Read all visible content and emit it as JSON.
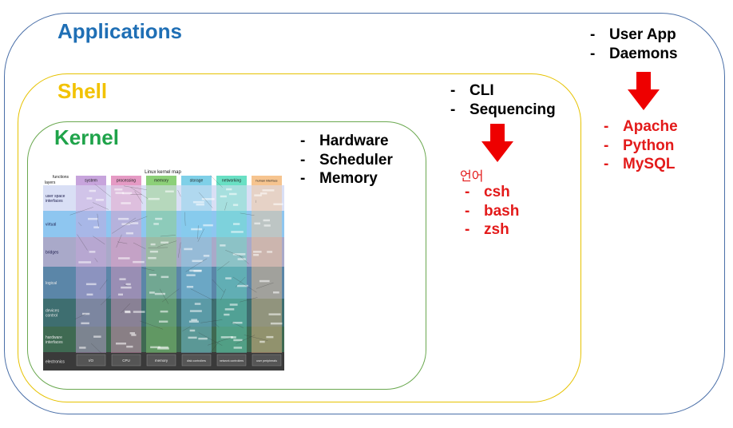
{
  "applications": {
    "title": "Applications",
    "items": [
      "User App",
      "Daemons"
    ],
    "examples": [
      "Apache",
      "Python",
      "MySQL"
    ]
  },
  "shell": {
    "title": "Shell",
    "items": [
      "CLI",
      "Sequencing"
    ],
    "lang_label": "언어",
    "examples": [
      "csh",
      "bash",
      "zsh"
    ]
  },
  "kernel": {
    "title": "Kernel",
    "items": [
      "Hardware",
      "Scheduler",
      "Memory"
    ]
  },
  "kernel_map": {
    "title": "Linux kernel map",
    "functions_label": "functions",
    "layers_label": "layers",
    "columns": [
      "system",
      "processing",
      "memory",
      "storage",
      "networking",
      "human interface"
    ],
    "layers": [
      "user space interfaces",
      "virtual",
      "bridges",
      "logical",
      "devices control",
      "hardware interfaces",
      "electronics"
    ],
    "electronics_cells": [
      "I/O",
      "CPU",
      "memory",
      "disk controllers",
      "network controllers",
      "user peripherals"
    ]
  },
  "colors": {
    "applications": "#1f6fb5",
    "shell": "#f2c200",
    "kernel": "#1fa34a",
    "highlight": "#e31a1a"
  }
}
